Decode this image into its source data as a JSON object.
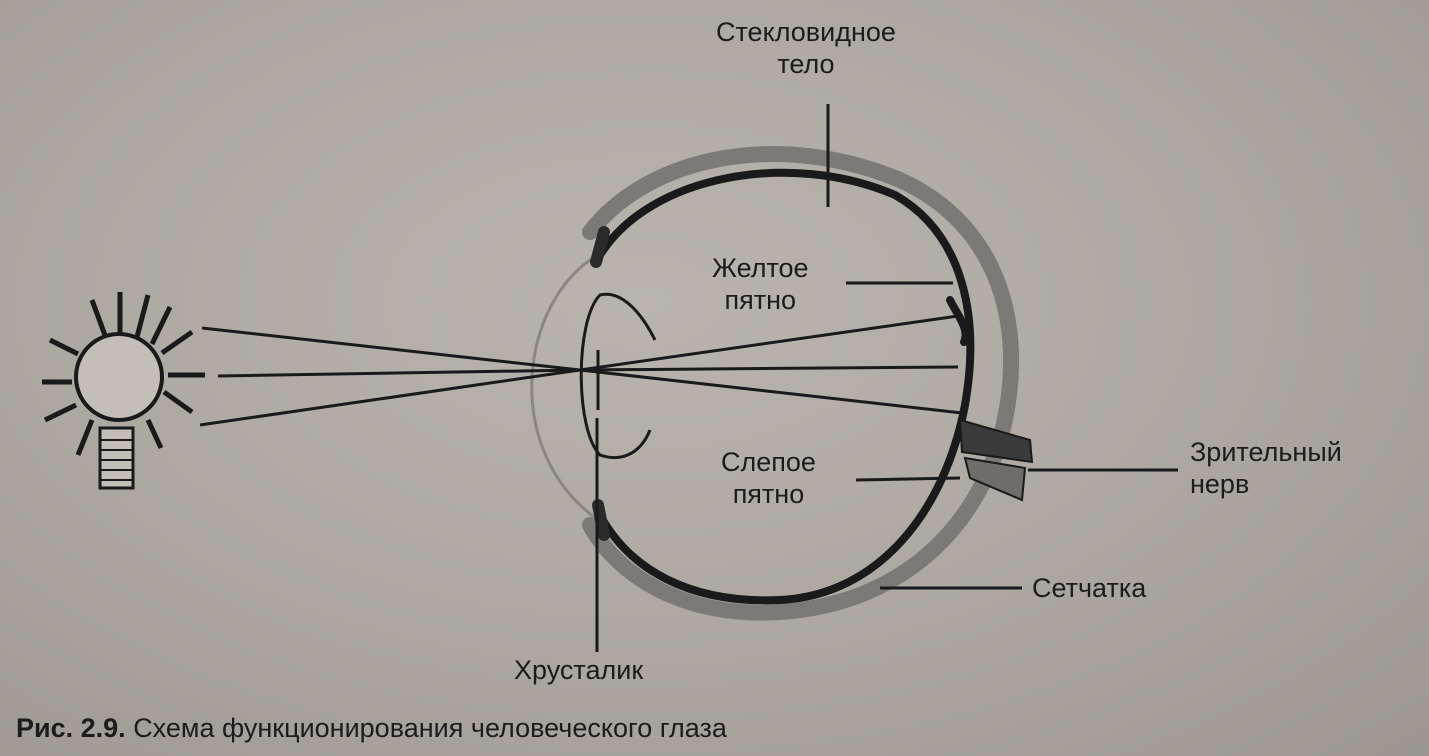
{
  "labels": {
    "vitreous": [
      "Стекловидное",
      "тело"
    ],
    "macula": [
      "Желтое",
      "пятно"
    ],
    "blind_spot": [
      "Слепое",
      "пятно"
    ],
    "optic_nerve": [
      "Зрительный",
      "нерв"
    ],
    "retina": "Сетчатка",
    "lens": "Хрусталик"
  },
  "caption": {
    "number": "Рис. 2.9.",
    "text": "Схема функционирования человеческого глаза"
  },
  "colors": {
    "background": "#aca8a1",
    "line": "#1a1a1a",
    "sclera": "#7c7a76"
  }
}
